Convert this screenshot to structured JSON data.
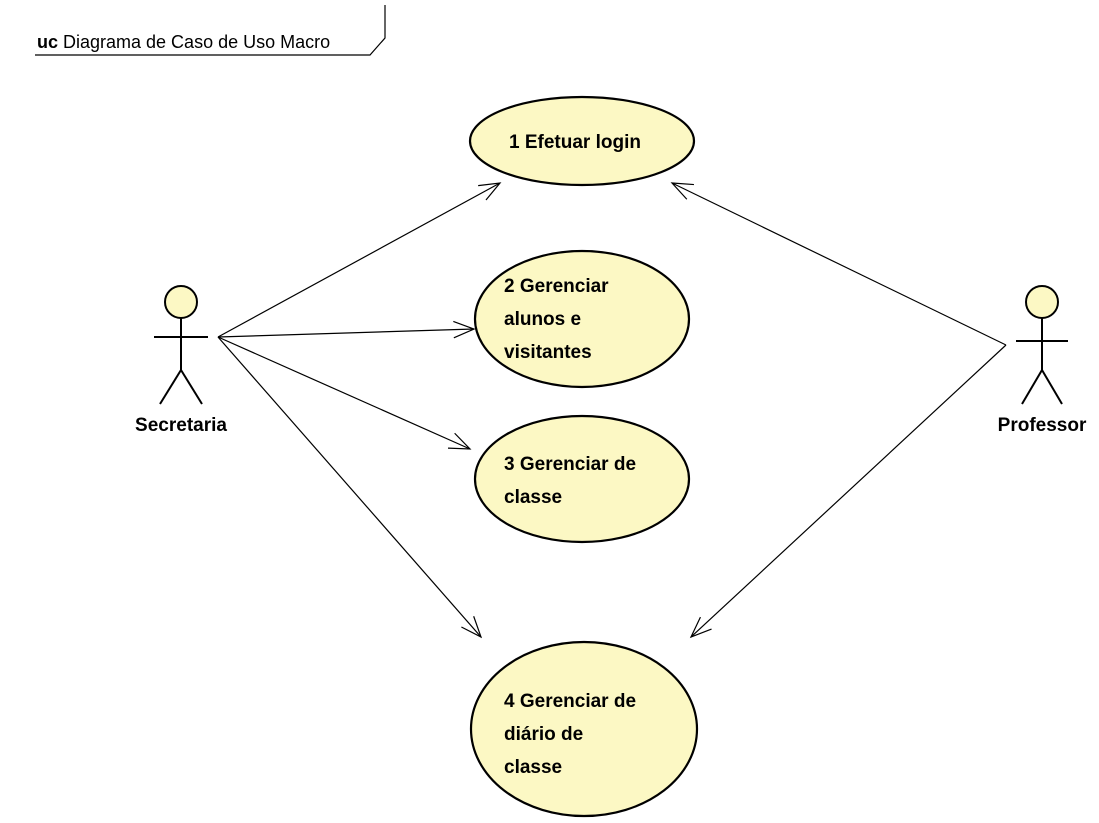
{
  "frame": {
    "keyword": "uc",
    "title": "Diagrama de Caso de Uso Macro"
  },
  "colors": {
    "use_case_fill": "#fcf8c4",
    "actor_head_fill": "#fcf8c4",
    "stroke": "#000000",
    "background": "#ffffff"
  },
  "actors": [
    {
      "id": "secretaria",
      "name": "Secretaria"
    },
    {
      "id": "professor",
      "name": "Professor"
    }
  ],
  "use_cases": [
    {
      "id": "uc1",
      "lines": [
        "1 Efetuar login"
      ]
    },
    {
      "id": "uc2",
      "lines": [
        "2 Gerenciar",
        "alunos e",
        "visitantes"
      ]
    },
    {
      "id": "uc3",
      "lines": [
        "3 Gerenciar de",
        "classe"
      ]
    },
    {
      "id": "uc4",
      "lines": [
        "4 Gerenciar de",
        "diário de",
        "classe"
      ]
    }
  ],
  "associations": [
    {
      "from": "secretaria",
      "to": "uc1"
    },
    {
      "from": "secretaria",
      "to": "uc2"
    },
    {
      "from": "secretaria",
      "to": "uc3"
    },
    {
      "from": "secretaria",
      "to": "uc4"
    },
    {
      "from": "professor",
      "to": "uc1"
    },
    {
      "from": "professor",
      "to": "uc4"
    }
  ]
}
